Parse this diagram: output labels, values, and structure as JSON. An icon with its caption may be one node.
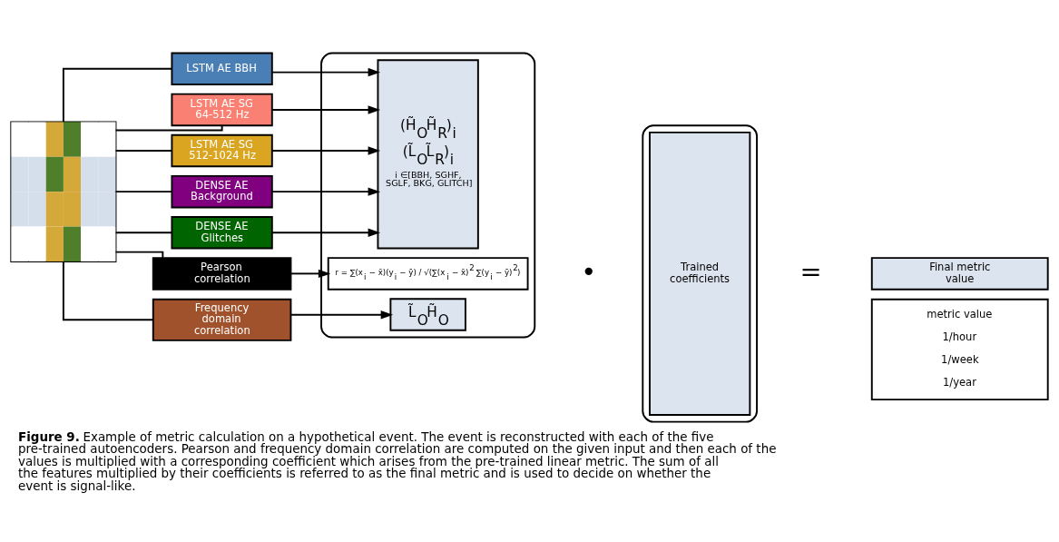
{
  "diagram": {
    "caption": "**Figure 9.** Example of metric calculation on a hypothetical event. The event is reconstructed with each of the five pre-trained autoencoders. Pearson and frequency domain correlation are computed on the given input and then each of the values is multiplied with a corresponding coefficient which arises from the pre-trained linear metric. The sum of all the features multiplied by their coefficients is referred to as the final metric and is used to decide on whether the event is signal-like.",
    "nodes": [
      {
        "text": [],
        "shape": "picture"
      },
      {
        "text": [
          "LSTM AE BBH"
        ]
      },
      {
        "text": [
          "LSTM AE SG 64-512 Hz"
        ]
      },
      {
        "text": [
          "LSTM AE SG 512-1024 Hz"
        ]
      },
      {
        "text": [
          "DENSE AE Background"
        ]
      },
      {
        "text": [
          "DENSE AE Glitches"
        ]
      },
      {
        "text": [
          "Pearson correlation"
        ]
      },
      {
        "text": [
          "Frequency domain correlation"
        ]
      },
      {
        "text": [],
        "shape": "bracket"
      },
      {
        "text": [
          "(H̃$_{O}$H̃$_{R}$)$_{i}$",
          "(L̃$_{O}$L̃$_{R}$)$_{i}$",
          "i ∈[BBH, SGHF, SGLF, BKG, GLITCH]"
        ],
        "in": 8
      },
      {
        "text": [
          "r = ∑(x$_{i}$ − x̄)(y$_{i}$ − ȳ) / √(∑(x$_{i}$ − x̄)$^{2}$ ∑(y$_{i}$ − ȳ)$^{2}$)"
        ],
        "in": 8
      },
      {
        "text": [
          "L̃$_{O}$H̃$_{O}$"
        ],
        "in": 8
      },
      {
        "text": [],
        "shape": "bracket"
      },
      {
        "text": [
          "Trained coefficients"
        ],
        "in": 12
      },
      {
        "text": [
          "Final metric value"
        ]
      },
      {
        "text": [
          "metric value",
          "1/hour",
          "1/week",
          "1/year"
        ]
      }
    ],
    "edges": [
      {
        "from": 0,
        "to": 1,
        "arrow": "none"
      },
      {
        "from": 0,
        "to": 2,
        "arrow": "none"
      },
      {
        "from": 0,
        "to": 3,
        "arrow": "none"
      },
      {
        "from": 0,
        "to": 4,
        "arrow": "none"
      },
      {
        "from": 0,
        "to": 5,
        "arrow": "none"
      },
      {
        "from": 0,
        "to": 6,
        "arrow": "none"
      },
      {
        "from": 0,
        "to": 7,
        "arrow": "none"
      },
      {
        "from": 1,
        "to": 9,
        "arrow": "to"
      },
      {
        "from": 2,
        "to": 9,
        "arrow": "to"
      },
      {
        "from": 3,
        "to": 9,
        "arrow": "to"
      },
      {
        "from": 4,
        "to": 9,
        "arrow": "to"
      },
      {
        "from": 5,
        "to": 9,
        "arrow": "to"
      },
      {
        "from": 6,
        "to": 10,
        "arrow": "to"
      },
      {
        "from": 7,
        "to": 11,
        "arrow": "to"
      }
    ],
    "labels": [
      "•",
      "="
    ]
  }
}
